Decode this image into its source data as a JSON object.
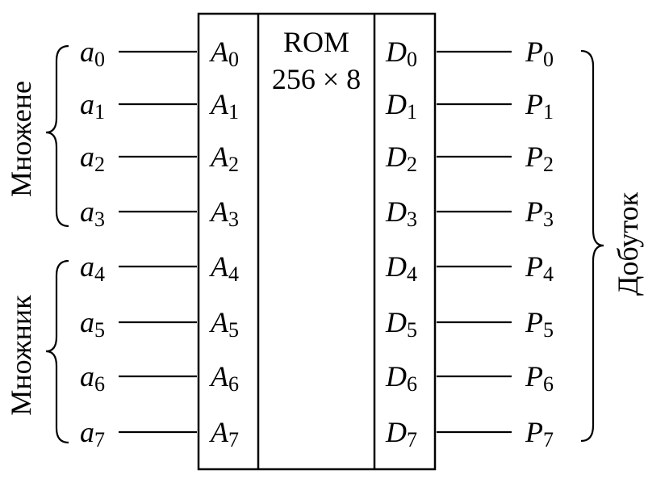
{
  "rom": {
    "line1": "ROM",
    "line2": "256 × 8"
  },
  "inputs": {
    "prefix": "a",
    "subs": [
      "0",
      "1",
      "2",
      "3",
      "4",
      "5",
      "6",
      "7"
    ]
  },
  "address_pins": {
    "prefix": "A",
    "subs": [
      "0",
      "1",
      "2",
      "3",
      "4",
      "5",
      "6",
      "7"
    ]
  },
  "data_pins": {
    "prefix": "D",
    "subs": [
      "0",
      "1",
      "2",
      "3",
      "4",
      "5",
      "6",
      "7"
    ]
  },
  "outputs": {
    "prefix": "P",
    "subs": [
      "0",
      "1",
      "2",
      "3",
      "4",
      "5",
      "6",
      "7"
    ]
  },
  "groups": {
    "multiplicand": "Множене",
    "multiplier": "Множник",
    "product": "Добуток"
  }
}
